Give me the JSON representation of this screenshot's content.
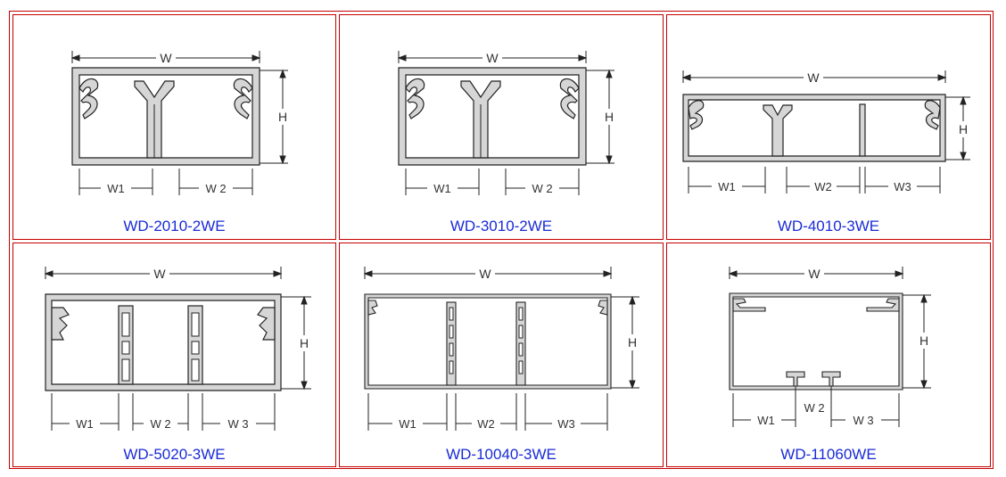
{
  "products": [
    {
      "model": "WD-2010-2WE",
      "labels": {
        "w": "W",
        "h": "H",
        "w1": "W1",
        "w2": "W 2"
      }
    },
    {
      "model": "WD-3010-2WE",
      "labels": {
        "w": "W",
        "h": "H",
        "w1": "W1",
        "w2": "W 2"
      }
    },
    {
      "model": "WD-4010-3WE",
      "labels": {
        "w": "W",
        "h": "H",
        "w1": "W1",
        "w2": "W2",
        "w3": "W3"
      }
    },
    {
      "model": "WD-5020-3WE",
      "labels": {
        "w": "W",
        "h": "H",
        "w1": "W1",
        "w2": "W 2",
        "w3": "W 3"
      }
    },
    {
      "model": "WD-10040-3WE",
      "labels": {
        "w": "W",
        "h": "H",
        "w1": "W1",
        "w2": "W2",
        "w3": "W3"
      }
    },
    {
      "model": "WD-11060WE",
      "labels": {
        "w": "W",
        "h": "H",
        "w1": "W1",
        "w2": "W 2",
        "w3": "W 3"
      }
    }
  ],
  "colors": {
    "border": "#c40000",
    "caption": "#1a2bd6",
    "profile_fill": "#d6d6d6",
    "profile_stroke": "#222222"
  }
}
